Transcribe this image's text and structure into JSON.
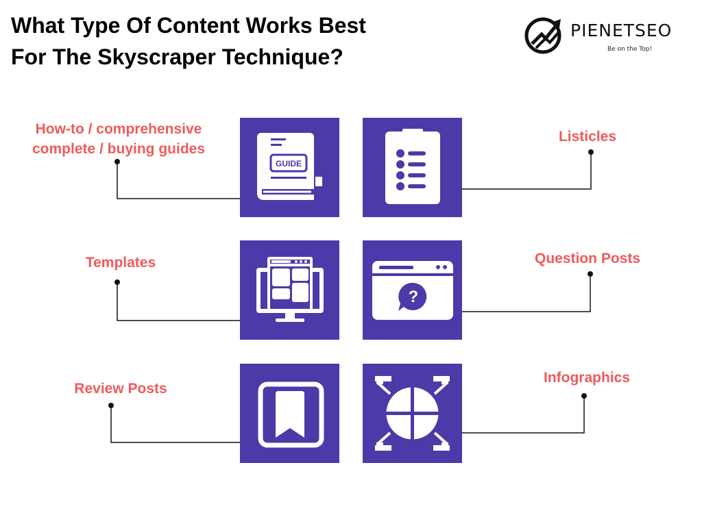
{
  "header": {
    "title_line1": "What Type Of Content Works Best",
    "title_line2": "For The Skyscraper Technique?"
  },
  "logo": {
    "name": "PIENETSEO",
    "tagline": "Be on the Top!"
  },
  "items": [
    {
      "label_line1": "How-to / comprehensive",
      "label_line2": "complete / buying guides",
      "icon": "guide-book-icon",
      "icon_text": "GUIDE"
    },
    {
      "label": "Listicles",
      "icon": "checklist-clipboard-icon"
    },
    {
      "label": "Templates",
      "icon": "template-monitor-icon"
    },
    {
      "label": "Question Posts",
      "icon": "question-browser-icon"
    },
    {
      "label": "Review Posts",
      "icon": "bookmark-icon"
    },
    {
      "label": "Infographics",
      "icon": "infographic-chart-icon"
    }
  ],
  "colors": {
    "tile": "#4b3aa8",
    "label": "#f05a5a",
    "title": "#000000"
  }
}
